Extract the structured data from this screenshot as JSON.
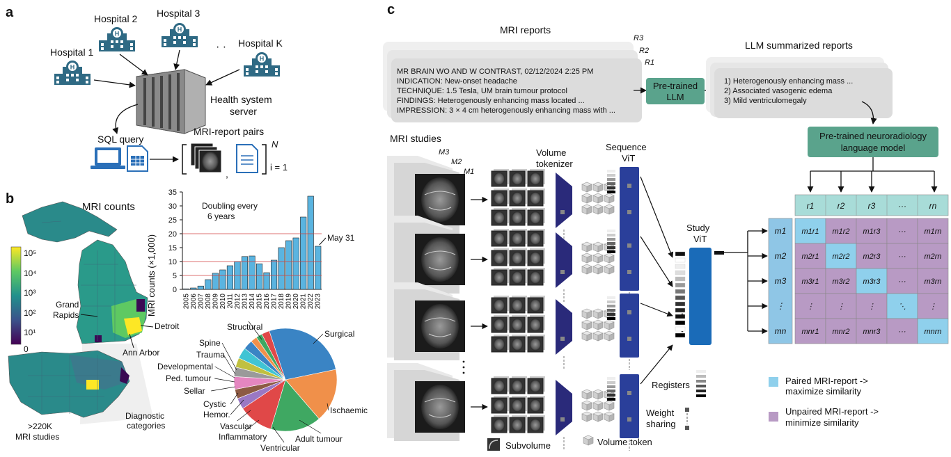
{
  "panel_a": {
    "label": "a",
    "hospitals": [
      "Hospital 1",
      "Hospital 2",
      "Hospital 3",
      "Hospital K"
    ],
    "ellipsis": "·  ·",
    "server_label": [
      "Health system",
      "server"
    ],
    "sql_label": "SQL query",
    "pairs_label": "MRI-report pairs",
    "bracket_top": "N",
    "bracket_bottom": "i = 1",
    "comma": ","
  },
  "panel_b": {
    "label": "b",
    "map_title": "MRI counts",
    "legend_ticks": [
      "10⁵",
      "10⁴",
      "10³",
      "10²",
      "10¹",
      "0"
    ],
    "cities": [
      "Grand",
      "Rapids",
      "Detroit",
      "Ann Arbor"
    ],
    "studies_label": [
      ">220K",
      "MRI studies"
    ],
    "diag_label": [
      "Diagnostic",
      "categories"
    ],
    "pie_labels": [
      "Structural",
      "Surgical",
      "Spine",
      "Trauma",
      "Developmental",
      "Ped. tumour",
      "Sellar",
      "Cystic",
      "Hemor.",
      "Vascular",
      "Inflammatory",
      "Ventricular",
      "Adult tumour",
      "Ischaemic"
    ]
  },
  "chart_data": [
    {
      "type": "bar",
      "title": "",
      "annotation": [
        "Doubling every",
        "6 years"
      ],
      "callout": "May 31",
      "ylabel": "MRI counts (×1,000)",
      "ylim": [
        0,
        35
      ],
      "yticks": [
        "0",
        "5",
        "10",
        "15",
        "20",
        "25",
        "30",
        "35"
      ],
      "categories": [
        "2005",
        "2006",
        "2007",
        "2008",
        "2009",
        "2010",
        "2011",
        "2012",
        "2013",
        "2014",
        "2015",
        "2016",
        "2017",
        "2018",
        "2019",
        "2020",
        "2021",
        "2022",
        "2023"
      ],
      "values": [
        0.2,
        0.5,
        1.2,
        3.5,
        5.8,
        7.0,
        8.5,
        10.0,
        11.8,
        12.0,
        9.2,
        6.0,
        10.5,
        15.0,
        17.5,
        18.5,
        26.0,
        33.5,
        15.5
      ],
      "reference_lines": [
        5,
        10,
        20
      ],
      "bar_color": "#5ab4e0"
    },
    {
      "type": "pie",
      "slices": [
        {
          "label": "Structural",
          "value": 27,
          "color": "#3a84c4"
        },
        {
          "label": "Surgical",
          "value": 17,
          "color": "#f0904a"
        },
        {
          "label": "Ischaemic",
          "value": 16,
          "color": "#3fa862"
        },
        {
          "label": "Adult tumour",
          "value": 11,
          "color": "#e04848"
        },
        {
          "label": "Ventricular",
          "value": 3.5,
          "color": "#9a78c4"
        },
        {
          "label": "Inflammatory",
          "value": 3,
          "color": "#8c5a44"
        },
        {
          "label": "Vascular",
          "value": 4,
          "color": "#e486c0"
        },
        {
          "label": "Hemor.",
          "value": 3,
          "color": "#9a9a9a"
        },
        {
          "label": "Cystic",
          "value": 3,
          "color": "#c0c040"
        },
        {
          "label": "Sellar",
          "value": 3.5,
          "color": "#40c4d4"
        },
        {
          "label": "Ped. tumour",
          "value": 3,
          "color": "#3a84c4"
        },
        {
          "label": "Developmental",
          "value": 2,
          "color": "#f0904a"
        },
        {
          "label": "Trauma",
          "value": 2,
          "color": "#3fa862"
        },
        {
          "label": "Spine",
          "value": 2.5,
          "color": "#e04848"
        }
      ]
    }
  ],
  "panel_c": {
    "label": "c",
    "reports_title": "MRI reports",
    "report_ids": [
      "R3",
      "R2",
      "R1"
    ],
    "report_lines": [
      "MR BRAIN WO AND W CONTRAST, 02/12/2024 2:25 PM",
      "INDICATION: New-onset headache",
      "TECHNIQUE: 1.5 Tesla, UM brain tumour protocol",
      "FINDINGS: Heterogenously enhancing mass located ...",
      "IMPRESSION: 3 × 4 cm heterogenously enhancing mass with ..."
    ],
    "llm_box": [
      "Pre-trained",
      "LLM"
    ],
    "summ_title": "LLM summarized reports",
    "summ_lines": [
      "1) Heterogenously enhancing mass ...",
      "2) Associated vasogenic edema",
      "3) Mild ventriculomegaly"
    ],
    "neuro_box": [
      "Pre-trained neuroradiology",
      "language model"
    ],
    "studies_title": "MRI studies",
    "study_ids": [
      "M3",
      "M2",
      "M1"
    ],
    "vol_tokenizer": [
      "Volume",
      "tokenizer"
    ],
    "seq_vit": [
      "Sequence",
      "ViT"
    ],
    "study_vit": [
      "Study",
      "ViT"
    ],
    "registers": "Registers",
    "weight_sharing": [
      "Weight",
      "sharing"
    ],
    "subvolume": "Subvolume",
    "volume_token": "Volume token",
    "col_headers": [
      "r1",
      "r2",
      "r3",
      "···",
      "rn"
    ],
    "row_headers": [
      "m1",
      "m2",
      "m3",
      "⋮",
      "mn"
    ],
    "legend_paired": [
      "Paired MRI-report ->",
      "maximize similarity"
    ],
    "legend_unpaired": [
      "Unpaired MRI-report ->",
      "minimize similarity"
    ],
    "colors": {
      "paired": "#8fd0ec",
      "unpaired": "#b89ac4",
      "header": "#a8dcd8",
      "llm": "#5aa38c",
      "vit": "#2a3f9a",
      "study_vit": "#1a6bb8"
    }
  }
}
